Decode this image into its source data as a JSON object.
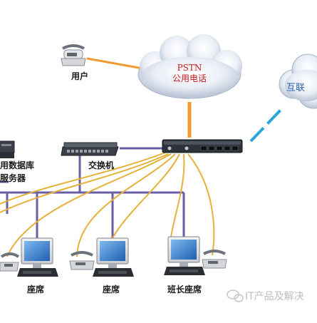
{
  "pstn": {
    "line1": "PSTN",
    "line2": "公用电话"
  },
  "internet": {
    "label": "互联"
  },
  "user": {
    "label": "用户"
  },
  "switch": {
    "label": "交换机"
  },
  "server": {
    "line1": "用数据库",
    "line2": "服务器"
  },
  "seats": [
    {
      "label": "座席"
    },
    {
      "label": "座席"
    },
    {
      "label": "班长座席"
    }
  ],
  "watermark": {
    "text": "IT产品及解决"
  },
  "colors": {
    "cable_orange": "#e6b13a",
    "lan_purple": "#6a5fa7",
    "pstn_orange": "#f29a2e",
    "internet_blue": "#2aa6d8",
    "cloud_text_red": "#c41a1a"
  }
}
